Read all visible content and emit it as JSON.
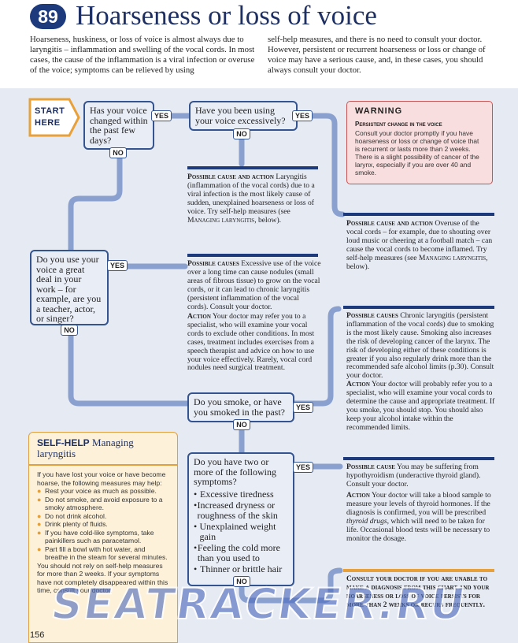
{
  "header": {
    "number": "89",
    "title": "Hoarseness or loss of voice",
    "intro_left": "Hoarseness, huskiness, or loss of voice is almost always due to laryngitis – inflammation and swelling of the vocal cords. In most cases, the cause of the inflammation is a viral infection or overuse of the voice; symptoms can be relieved by using",
    "intro_right": "self-help measures, and there is no need to consult your doctor. However, persistent or recurrent hoarseness or loss or change of voice may have a serious cause, and, in these cases, you should always consult your doctor."
  },
  "start": {
    "line1": "START",
    "line2": "HERE"
  },
  "labels": {
    "yes": "YES",
    "no": "NO"
  },
  "questions": {
    "q1": "Has your voice changed within the past few days?",
    "q2": "Have you been using your voice excessively?",
    "q3": "Do you use your voice a great deal in your work – for example, are you a teacher, actor, or singer?",
    "q4": "Do you smoke, or have you smoked in the past?",
    "q5": "Do you have two or more of the following symptoms?",
    "q5_items": [
      "Excessive tiredness",
      "Increased dryness or roughness of the skin",
      "Unexplained weight gain",
      "Feeling the cold more than you used to",
      "Thinner or brittle hair"
    ]
  },
  "outcomes": {
    "o1_head": "Possible cause and action",
    "o1_body": "Laryngitis (inflammation of the vocal cords) due to a viral infection is the most likely cause of sudden, unexplained hoarseness or loss of voice. Try self-help measures (see",
    "o1_link": "Managing laryngitis",
    "o1_tail": ", below).",
    "o2_head": "Possible cause and action",
    "o2_body": "Overuse of the vocal cords – for example, due to shouting over loud music or cheering at a football match – can cause the vocal cords to become inflamed. Try self-help measures (see",
    "o2_link": "Managing laryngitis",
    "o2_tail": ", below).",
    "o3_head": "Possible causes",
    "o3_body": "Excessive use of the voice over a long time can cause nodules (small areas of fibrous tissue) to grow on the vocal cords, or it can lead to chronic laryngitis (persistent inflammation of the vocal cords). Consult your doctor.",
    "o3_action_head": "Action",
    "o3_action": "Your doctor may refer you to a specialist, who will examine your vocal cords to exclude other conditions. In most cases, treatment includes exercises from a speech therapist and advice on how to use your voice effectively. Rarely, vocal cord nodules need surgical treatment.",
    "o4_head": "Possible causes",
    "o4_body": "Chronic laryngitis (persistent inflammation of the vocal cords) due to smoking is the most likely cause. Smoking also increases the risk of developing cancer of the larynx. The risk of developing either of these conditions is greater if you also regularly drink more than the recommended safe alcohol limits (p.30). Consult your doctor.",
    "o4_action_head": "Action",
    "o4_action": "Your doctor will probably refer you to a specialist, who will examine your vocal cords to determine the cause and appropriate treatment. If you smoke, you should stop. You should also keep your alcohol intake within the recommended limits.",
    "o5_head": "Possible cause",
    "o5_body": "You may be suffering from hypothyroidism (underactive thyroid gland). Consult your doctor.",
    "o5_action_head": "Action",
    "o5_action_a": "Your doctor will take a blood sample to measure your levels of thyroid hormones. If the diagnosis is confirmed, you will be prescribed",
    "o5_action_drug": "thyroid drugs",
    "o5_action_b": ", which will need to be taken for life. Occasional blood tests will be necessary to monitor the dosage.",
    "o6": "Consult your doctor if you are unable to make a diagnosis from this chart and your hoarseness or loss of voice persists for more than 2 weeks or recurs frequently."
  },
  "warning": {
    "title": "WARNING",
    "subtitle": "Persistent change in the voice",
    "body": "Consult your doctor promptly if you have hoarseness or loss or change of voice that is recurrent or lasts more than 2 weeks. There is a slight possibility of cancer of the larynx, especially if you are over 40 and smoke."
  },
  "selfhelp": {
    "label": "SELF-HELP",
    "title_a": "Managing",
    "title_b": "laryngitis",
    "intro": "If you have lost your voice or have become hoarse, the following measures may help:",
    "items": [
      "Rest your voice as much as possible.",
      "Do not smoke, and avoid exposure to a smoky atmosphere.",
      "Do not drink alcohol.",
      "Drink plenty of fluids.",
      "If you have cold-like symptoms, take painkillers such as paracetamol.",
      "Part fill a bowl with hot water, and breathe in the steam for several minutes."
    ],
    "outro": "You should not rely on self-help measures for more than 2 weeks. If your symptoms have not completely disappeared within this time, consult your doctor."
  },
  "page_number": "156",
  "watermark": "SEATRACKER.RU",
  "colors": {
    "navy": "#1d3a7c",
    "flow_line": "#8aa0cf",
    "warning_bg": "#f8dede",
    "selfhelp_bg": "#fdf1d9",
    "start_orange": "#e8a13a"
  }
}
